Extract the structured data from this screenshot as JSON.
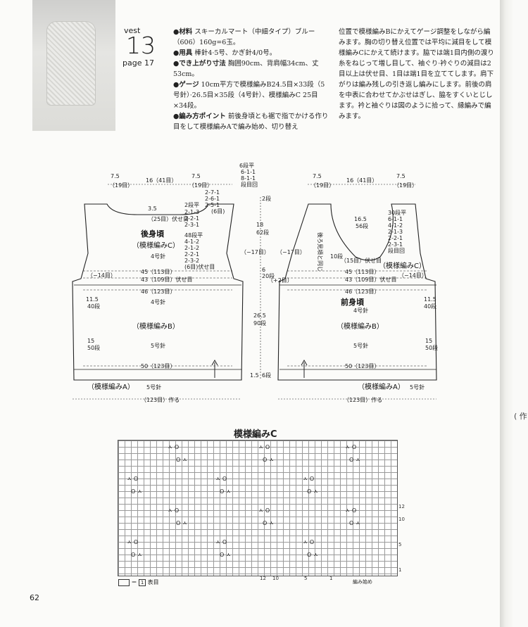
{
  "header": {
    "vest_label": "vest",
    "number": "13",
    "page_ref": "page 17"
  },
  "instructions_col1": [
    {
      "head": "●材料",
      "text": "スキーカルマート（中細タイプ）ブルー（606）160g=6玉。"
    },
    {
      "head": "●用具",
      "text": "棒針4·5号、かぎ針4/0号。"
    },
    {
      "head": "●でき上がり寸法",
      "text": "胸囲90cm、背肩幅34cm、丈53cm。"
    },
    {
      "head": "●ゲージ",
      "text": "10cm平方で模様編みB24.5目×33段（5号針）·26.5目×35段（4号針）、模様編みC 25目×34段。"
    },
    {
      "head": "●編み方ポイント",
      "text": "前後身頃とも裾で指でかける作り目をして模様編みAで編み始め、切り替え"
    }
  ],
  "instructions_col2": "位置で模様編みBにかえてゲージ調整をしながら編みます。胸の切り替え位置では平均に減目をして模様編みCにかえて続けます。脇では端1目内側の渡り糸をねじって増し目して、袖ぐり·衿ぐりの減目は2目以上は伏せ目、1目は端1目を立ててします。肩下がりは編み残しの引き返し編みにします。前後の肩を中表に合わせてかぶせはぎし、脇をすくいとじします。衿と袖ぐりは図のように拾って、縁編みで編みます。",
  "back": {
    "title": "後身頃",
    "pattern_c": "（模様編みC）",
    "needle4": "4号針",
    "pattern_b": "（模様編みB）",
    "needle5": "5号針",
    "pattern_a": "（模様編みA）",
    "needle5a": "5号針",
    "cast_on": "（123目）作る",
    "top_left": "7.5",
    "top_left_st": "（19目）",
    "top_mid": "16（41目）",
    "top_right": "7.5",
    "top_right_st": "（19目）",
    "neck_depth": "3.5",
    "neck_st": "（25目）伏せ目",
    "row45": "45（113目）",
    "row43": "43（109目）伏せ目",
    "row46": "46（123目）",
    "row50": "50（123目）",
    "dec14": "（−14目）",
    "dec17": "（−17目）",
    "side1_cm": "11.5",
    "side1_rows": "40段",
    "side2_cm": "15",
    "side2_rows": "50段",
    "dec_table": [
      "2-7-1",
      "2-6-1",
      "2-5-1",
      "(6目)"
    ],
    "dec_table2": [
      "2段平",
      "2-1-3",
      "2-2-1",
      "2-3-1"
    ],
    "arm_table": [
      "48段平",
      "4-1-2",
      "2-1-2",
      "2-2-1",
      "2-3-2",
      "(6目)伏せ目"
    ],
    "top_table": [
      "6段平",
      "6-1-1",
      "8-1-1",
      "段目回"
    ]
  },
  "front": {
    "title": "前身頃",
    "pattern_c": "（模様編みC）",
    "needle4": "4号針",
    "pattern_b": "（模様編みB）",
    "needle5": "5号針",
    "pattern_a": "（模様編みA）",
    "needle5a": "5号針",
    "cast_on": "（123目）作る",
    "top_left": "7.5",
    "top_left_st": "（19目）",
    "top_mid": "16（41目）",
    "top_right": "7.5",
    "top_right_st": "（19目）",
    "neck_cm": "16.5",
    "neck_rows": "56段",
    "neck_st": "（15目）伏せ目",
    "row45": "45（113目）",
    "row43": "43（109目）伏せ目",
    "row46": "46（123目）",
    "row50": "50（123目）",
    "dec14": "（−14目）",
    "dec17": "（−17目）",
    "side1_cm": "11.5",
    "side1_rows": "40段",
    "side2_cm": "15",
    "side2_rows": "50段",
    "neck_table": [
      "30段平",
      "6-1-1",
      "4-1-2",
      "2-1-3",
      "2-2-1",
      "2-3-1",
      "段目回"
    ],
    "notes": "後ろ見頃と同じ"
  },
  "center_dims": {
    "top": "2段",
    "armhole_cm": "18",
    "armhole_rows": "62段",
    "side_cm": "6",
    "side_rows": "20段",
    "inc": "（+2目）",
    "body_cm": "26.5",
    "body_rows": "90段",
    "hem_cm": "1.5",
    "hem_rows": "6段",
    "side_rows_top": "10段"
  },
  "chart": {
    "title": "模様編みC",
    "row_labels": [
      "12",
      "10",
      "5",
      "1"
    ],
    "col_labels": [
      "12",
      "10",
      "5",
      "1"
    ],
    "legend_text": "＝",
    "legend_num": "1",
    "legend_suffix": "表目",
    "start": "編み始め",
    "symbol_a": "ㅅ O",
    "symbol_b": "O ㅅ"
  },
  "page_number": "62",
  "gutter_mark": "( 作"
}
